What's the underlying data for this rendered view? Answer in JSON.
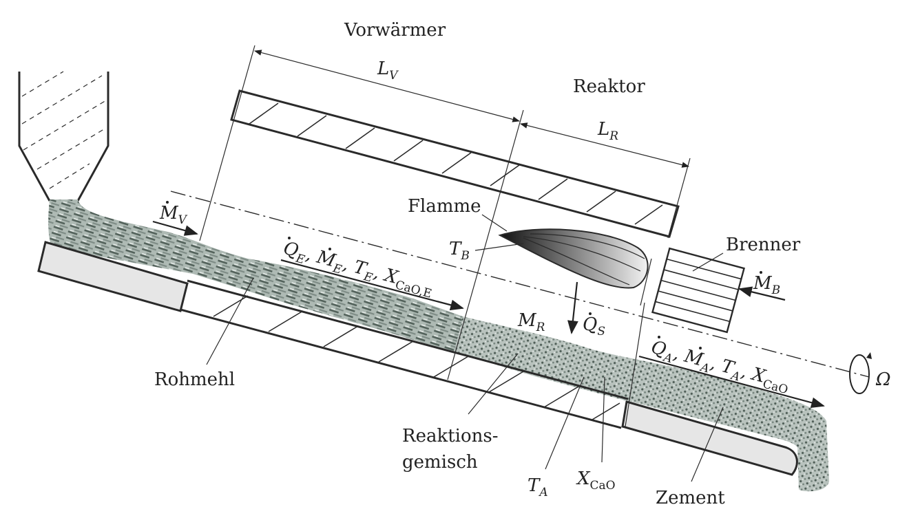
{
  "labels": {
    "vorwaermer": "Vorwärmer",
    "reaktor": "Reaktor",
    "flamme": "Flamme",
    "brenner": "Brenner",
    "rohmehl": "Rohmehl",
    "reaktionsgemisch_1": "Reaktions-",
    "reaktionsgemisch_2": "gemisch",
    "zement": "Zement"
  },
  "symbols": {
    "L_V": {
      "base": "L",
      "sub": "V"
    },
    "L_R": {
      "base": "L",
      "sub": "R"
    },
    "T_B": {
      "base": "T",
      "sub": "B"
    },
    "M_V": {
      "base": "M",
      "sub": "V"
    },
    "M_B": {
      "base": "M",
      "sub": "B"
    },
    "M_R": {
      "base": "M",
      "sub": "R"
    },
    "Q_S": {
      "base": "Q",
      "sub": "S"
    },
    "T_A": {
      "base": "T",
      "sub": "A"
    },
    "X_CaO": {
      "base": "X",
      "sub": "CaO"
    },
    "omega": "Ω",
    "inlet_stream": {
      "q": "Q",
      "q_sub": "E",
      "m": "M",
      "m_sub": "E",
      "t": "T",
      "t_sub": "E",
      "x": "X",
      "x_sub": "CaO,E",
      "sep": ","
    },
    "outlet_stream": {
      "q": "Q",
      "q_sub": "A",
      "m": "M",
      "m_sub": "A",
      "t": "T",
      "t_sub": "A",
      "x": "X",
      "x_sub": "CaO",
      "sep": ","
    }
  },
  "colors": {
    "ink": "#222222",
    "material_dark": "#5c6b64",
    "material_light": "#c8d0cc",
    "support_fill": "#e6e6e6"
  }
}
